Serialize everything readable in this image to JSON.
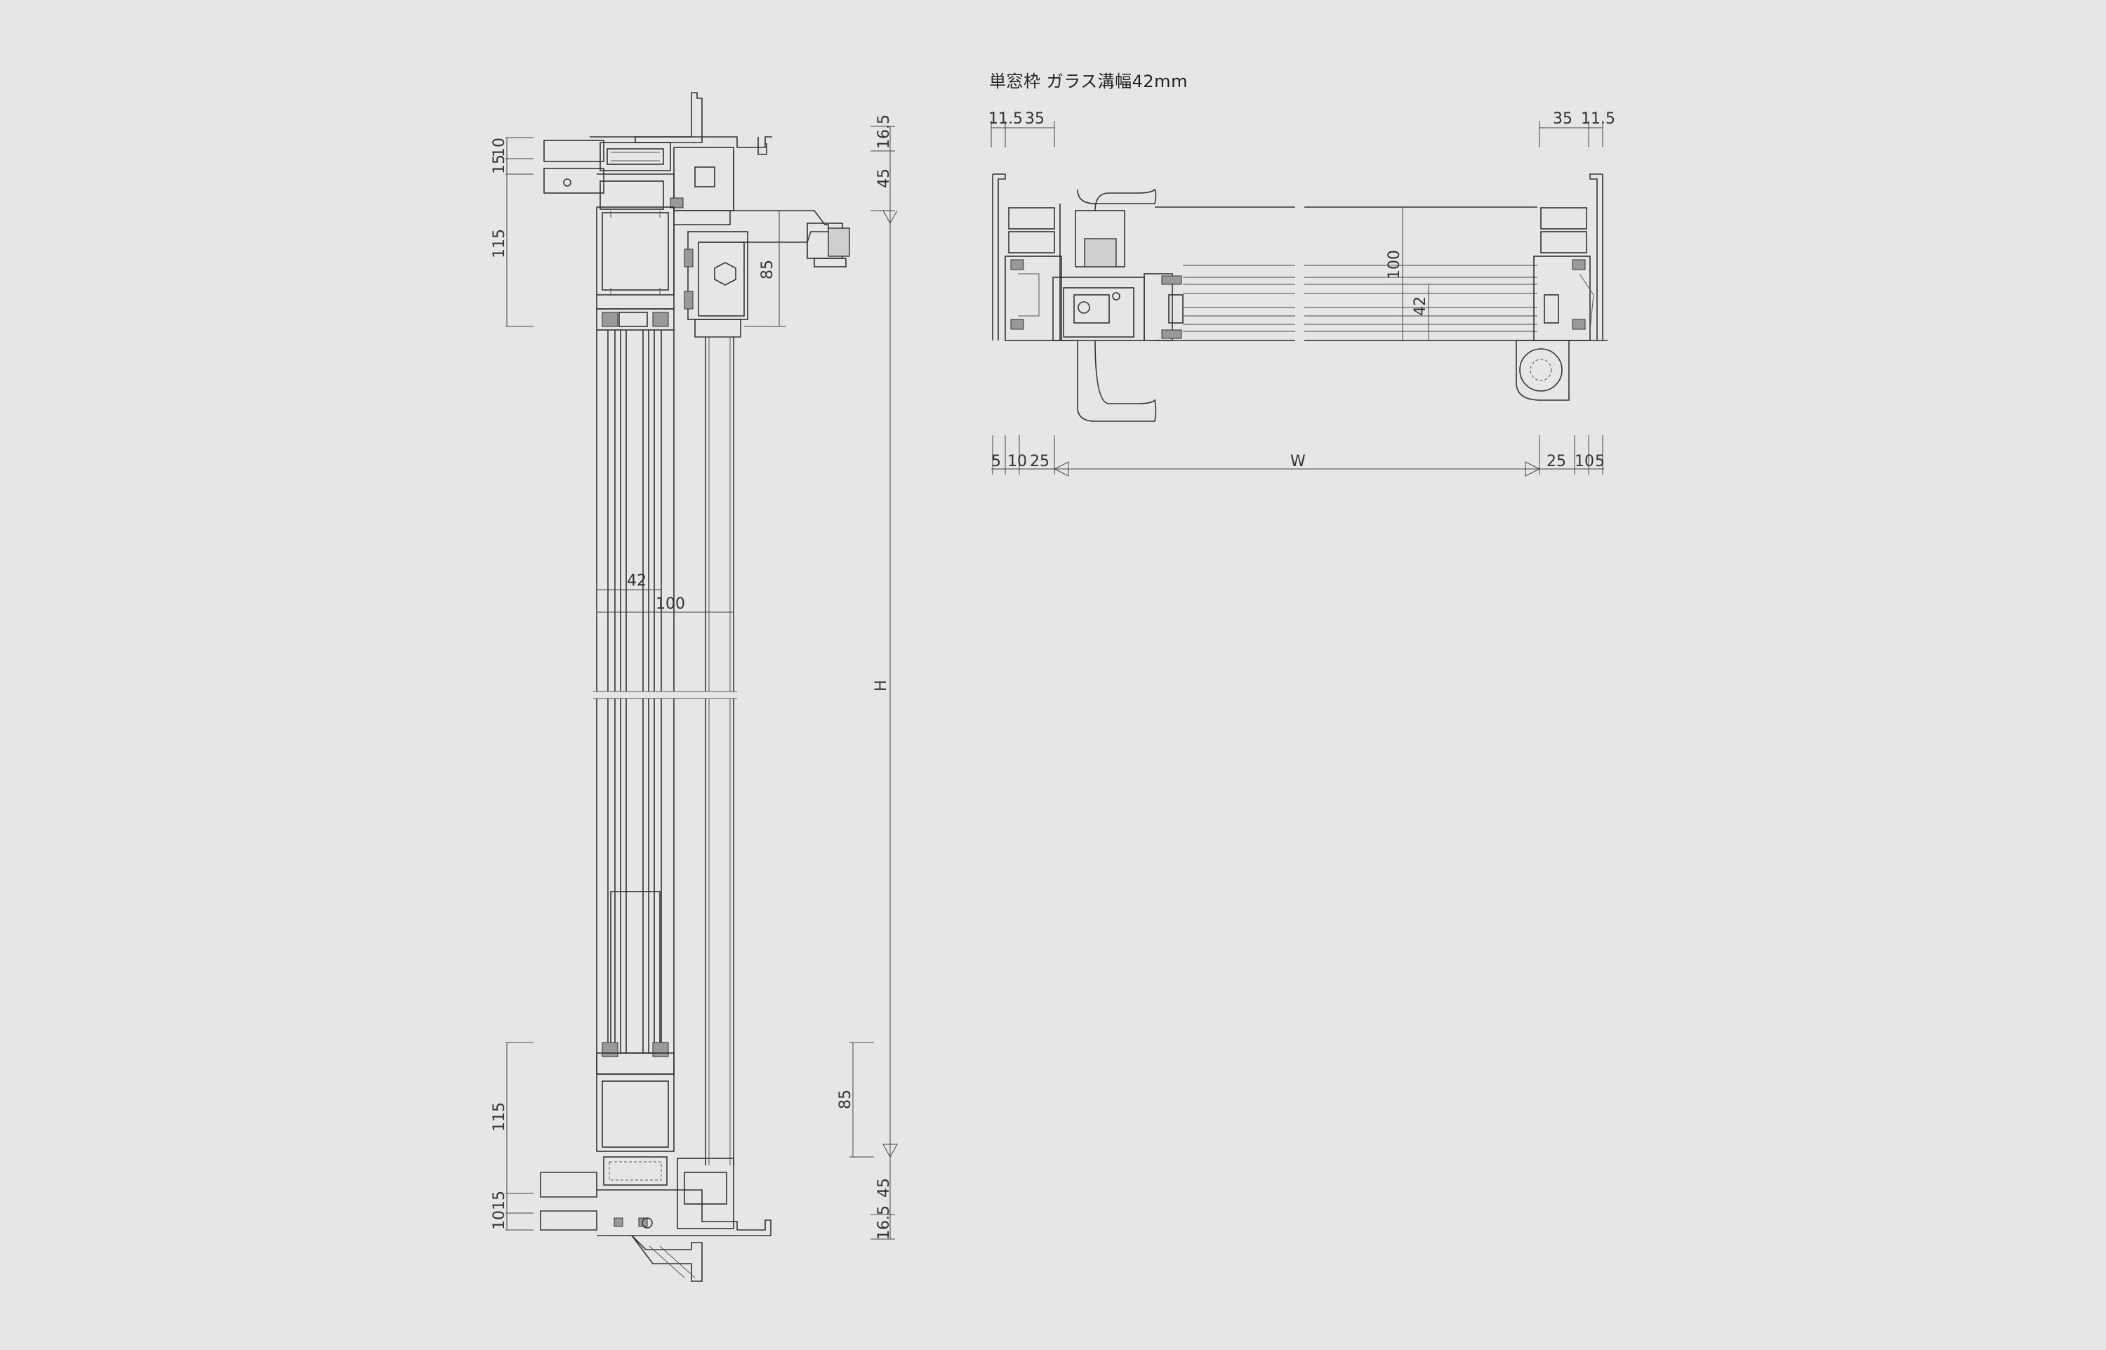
{
  "title": "単窓枠 ガラス溝幅42mm",
  "section": {
    "top_dims": [
      "10",
      "15",
      "115"
    ],
    "right_top_dims": [
      "16.5",
      "45",
      "85"
    ],
    "width_dims": [
      "42",
      "100"
    ],
    "height_label": "H",
    "bottom_dims": [
      "115",
      "15",
      "10"
    ],
    "right_bottom_dims": [
      "85",
      "45",
      "16.5"
    ]
  },
  "plan": {
    "top_left_dims": [
      "11.5",
      "35"
    ],
    "top_right_dims": [
      "35",
      "11.5"
    ],
    "depth_dims": [
      "100",
      "42"
    ],
    "bottom_left_dims": [
      "5",
      "10",
      "25"
    ],
    "width_label": "W",
    "bottom_right_dims": [
      "25",
      "10",
      "5"
    ]
  }
}
